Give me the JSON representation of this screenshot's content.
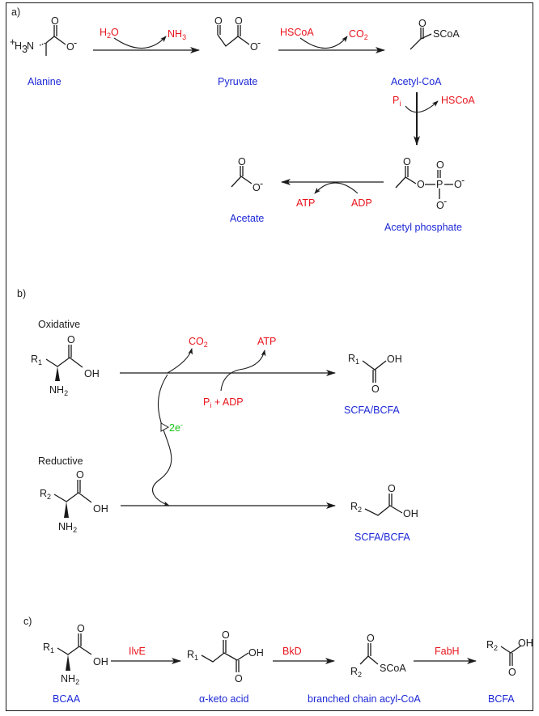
{
  "panels": {
    "a": "a)",
    "b": "b)",
    "c": "c)"
  },
  "colors": {
    "reagent": "#e8141c",
    "compound_name": "#1c27d6",
    "electron": "#14c414",
    "structure": "#1a1a1a"
  },
  "panel_a": {
    "alanine": {
      "name": "Alanine",
      "atom_plus": "+",
      "atom_h3n": "H",
      "atom_h3n_sub": "3",
      "atom_n": "N",
      "atom_o": "O",
      "atom_o_minus": "O",
      "charge": "-"
    },
    "pyruvate": {
      "name": "Pyruvate",
      "atom_o_top": "O",
      "atom_o_keto": "O",
      "atom_o_minus": "O",
      "charge": "-"
    },
    "acetyl_coa": {
      "name": "Acetyl-CoA",
      "atom_o": "O",
      "scoa": "SCoA"
    },
    "acetyl_phosphate": {
      "name": "Acetyl phosphate",
      "atom_o1": "O",
      "atom_o2": "O",
      "atom_p": "P",
      "atom_o3": "O",
      "atom_o4": "O",
      "charge": "-"
    },
    "acetate": {
      "name": "Acetate",
      "atom_o": "O",
      "atom_o_minus": "O",
      "charge": "-"
    },
    "step1": {
      "in": "H",
      "in_sub": "2",
      "in_tail": "O",
      "out": "NH",
      "out_sub": "3"
    },
    "step2": {
      "in": "HSCoA",
      "out": "CO",
      "out_sub": "2"
    },
    "step3": {
      "in": "P",
      "in_sub": "i",
      "out": "HSCoA"
    },
    "step4": {
      "in": "ADP",
      "out": "ATP"
    }
  },
  "panel_b": {
    "oxidative_label": "Oxidative",
    "reductive_label": "Reductive",
    "ox_substrate": {
      "r": "R",
      "r_sub": "1",
      "o": "O",
      "oh": "OH",
      "nh2": "NH",
      "nh2_sub": "2"
    },
    "ox_product": {
      "r": "R",
      "r_sub": "1",
      "o": "O",
      "oh": "OH",
      "name": "SCFA/BCFA"
    },
    "red_substrate": {
      "r": "R",
      "r_sub": "2",
      "o": "O",
      "oh": "OH",
      "nh2": "NH",
      "nh2_sub": "2"
    },
    "red_product": {
      "r": "R",
      "r_sub": "2",
      "o": "O",
      "oh": "OH",
      "name": "SCFA/BCFA"
    },
    "co2": "CO",
    "co2_sub": "2",
    "atp": "ATP",
    "pi_adp": "P",
    "pi_sub": "i",
    "pi_tail": " + ADP",
    "electrons": "2e",
    "electrons_charge": "-"
  },
  "panel_c": {
    "bcaa": {
      "r": "R",
      "r_sub": "1",
      "o": "O",
      "oh": "OH",
      "nh2": "NH",
      "nh2_sub": "2",
      "name": "BCAA"
    },
    "keto_acid": {
      "r": "R",
      "r_sub": "1",
      "o1": "O",
      "o2": "O",
      "oh": "OH",
      "name": "α-keto acid"
    },
    "acyl_coa": {
      "o": "O",
      "r": "R",
      "r_sub": "2",
      "scoa": "SCoA",
      "name": "branched chain acyl-CoA"
    },
    "bcfa": {
      "r": "R",
      "r_sub": "2",
      "o": "O",
      "oh": "OH",
      "name": "BCFA"
    },
    "enzyme1": "IlvE",
    "enzyme2": "BkD",
    "enzyme3": "FabH"
  }
}
